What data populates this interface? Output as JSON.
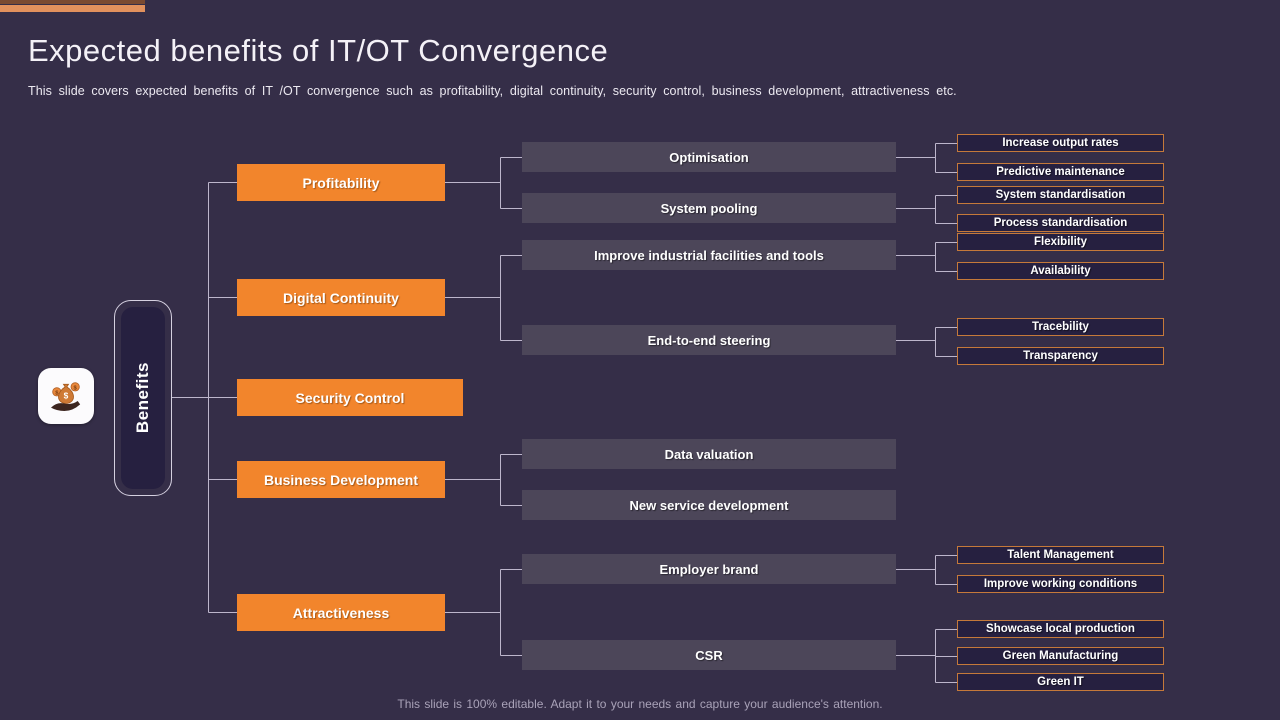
{
  "slide": {
    "title": "Expected benefits of IT/OT Convergence",
    "subtitle": "This slide covers expected benefits of IT /OT convergence such as profitability, digital continuity, security control, business development, attractiveness etc.",
    "footer": "This slide is 100% editable. Adapt it to your needs and capture your audience's attention."
  },
  "root": {
    "label": "Benefits",
    "icon": "hand-holding-money-bag-icon"
  },
  "categories": [
    {
      "label": "Profitability",
      "children": [
        {
          "label": "Optimisation",
          "leaves": [
            "Increase output rates",
            "Predictive maintenance"
          ]
        },
        {
          "label": "System pooling",
          "leaves": [
            "System standardisation",
            "Process standardisation"
          ]
        }
      ]
    },
    {
      "label": "Digital Continuity",
      "children": [
        {
          "label": "Improve industrial facilities and tools",
          "leaves": [
            "Flexibility",
            "Availability"
          ]
        },
        {
          "label": "End-to-end steering",
          "leaves": [
            "Tracebility",
            "Transparency"
          ]
        }
      ]
    },
    {
      "label": "Security Control",
      "children": []
    },
    {
      "label": "Business Development",
      "children": [
        {
          "label": "Data valuation",
          "leaves": []
        },
        {
          "label": "New service development",
          "leaves": []
        }
      ]
    },
    {
      "label": "Attractiveness",
      "children": [
        {
          "label": "Employer brand",
          "leaves": [
            "Talent Management",
            "Improve working conditions"
          ]
        },
        {
          "label": "CSR",
          "leaves": [
            "Showcase local production",
            "Green Manufacturing",
            "Green IT"
          ]
        }
      ]
    }
  ],
  "colors": {
    "background": "#352e48",
    "category_orange": "#f2852c",
    "mid_box": "#4c4659",
    "leaf_fill": "#262040",
    "leaf_border": "#c5793a",
    "connector": "#bdb6cc",
    "accent_bar_light": "#e2915d",
    "accent_bar_dark": "#7a4a31"
  }
}
